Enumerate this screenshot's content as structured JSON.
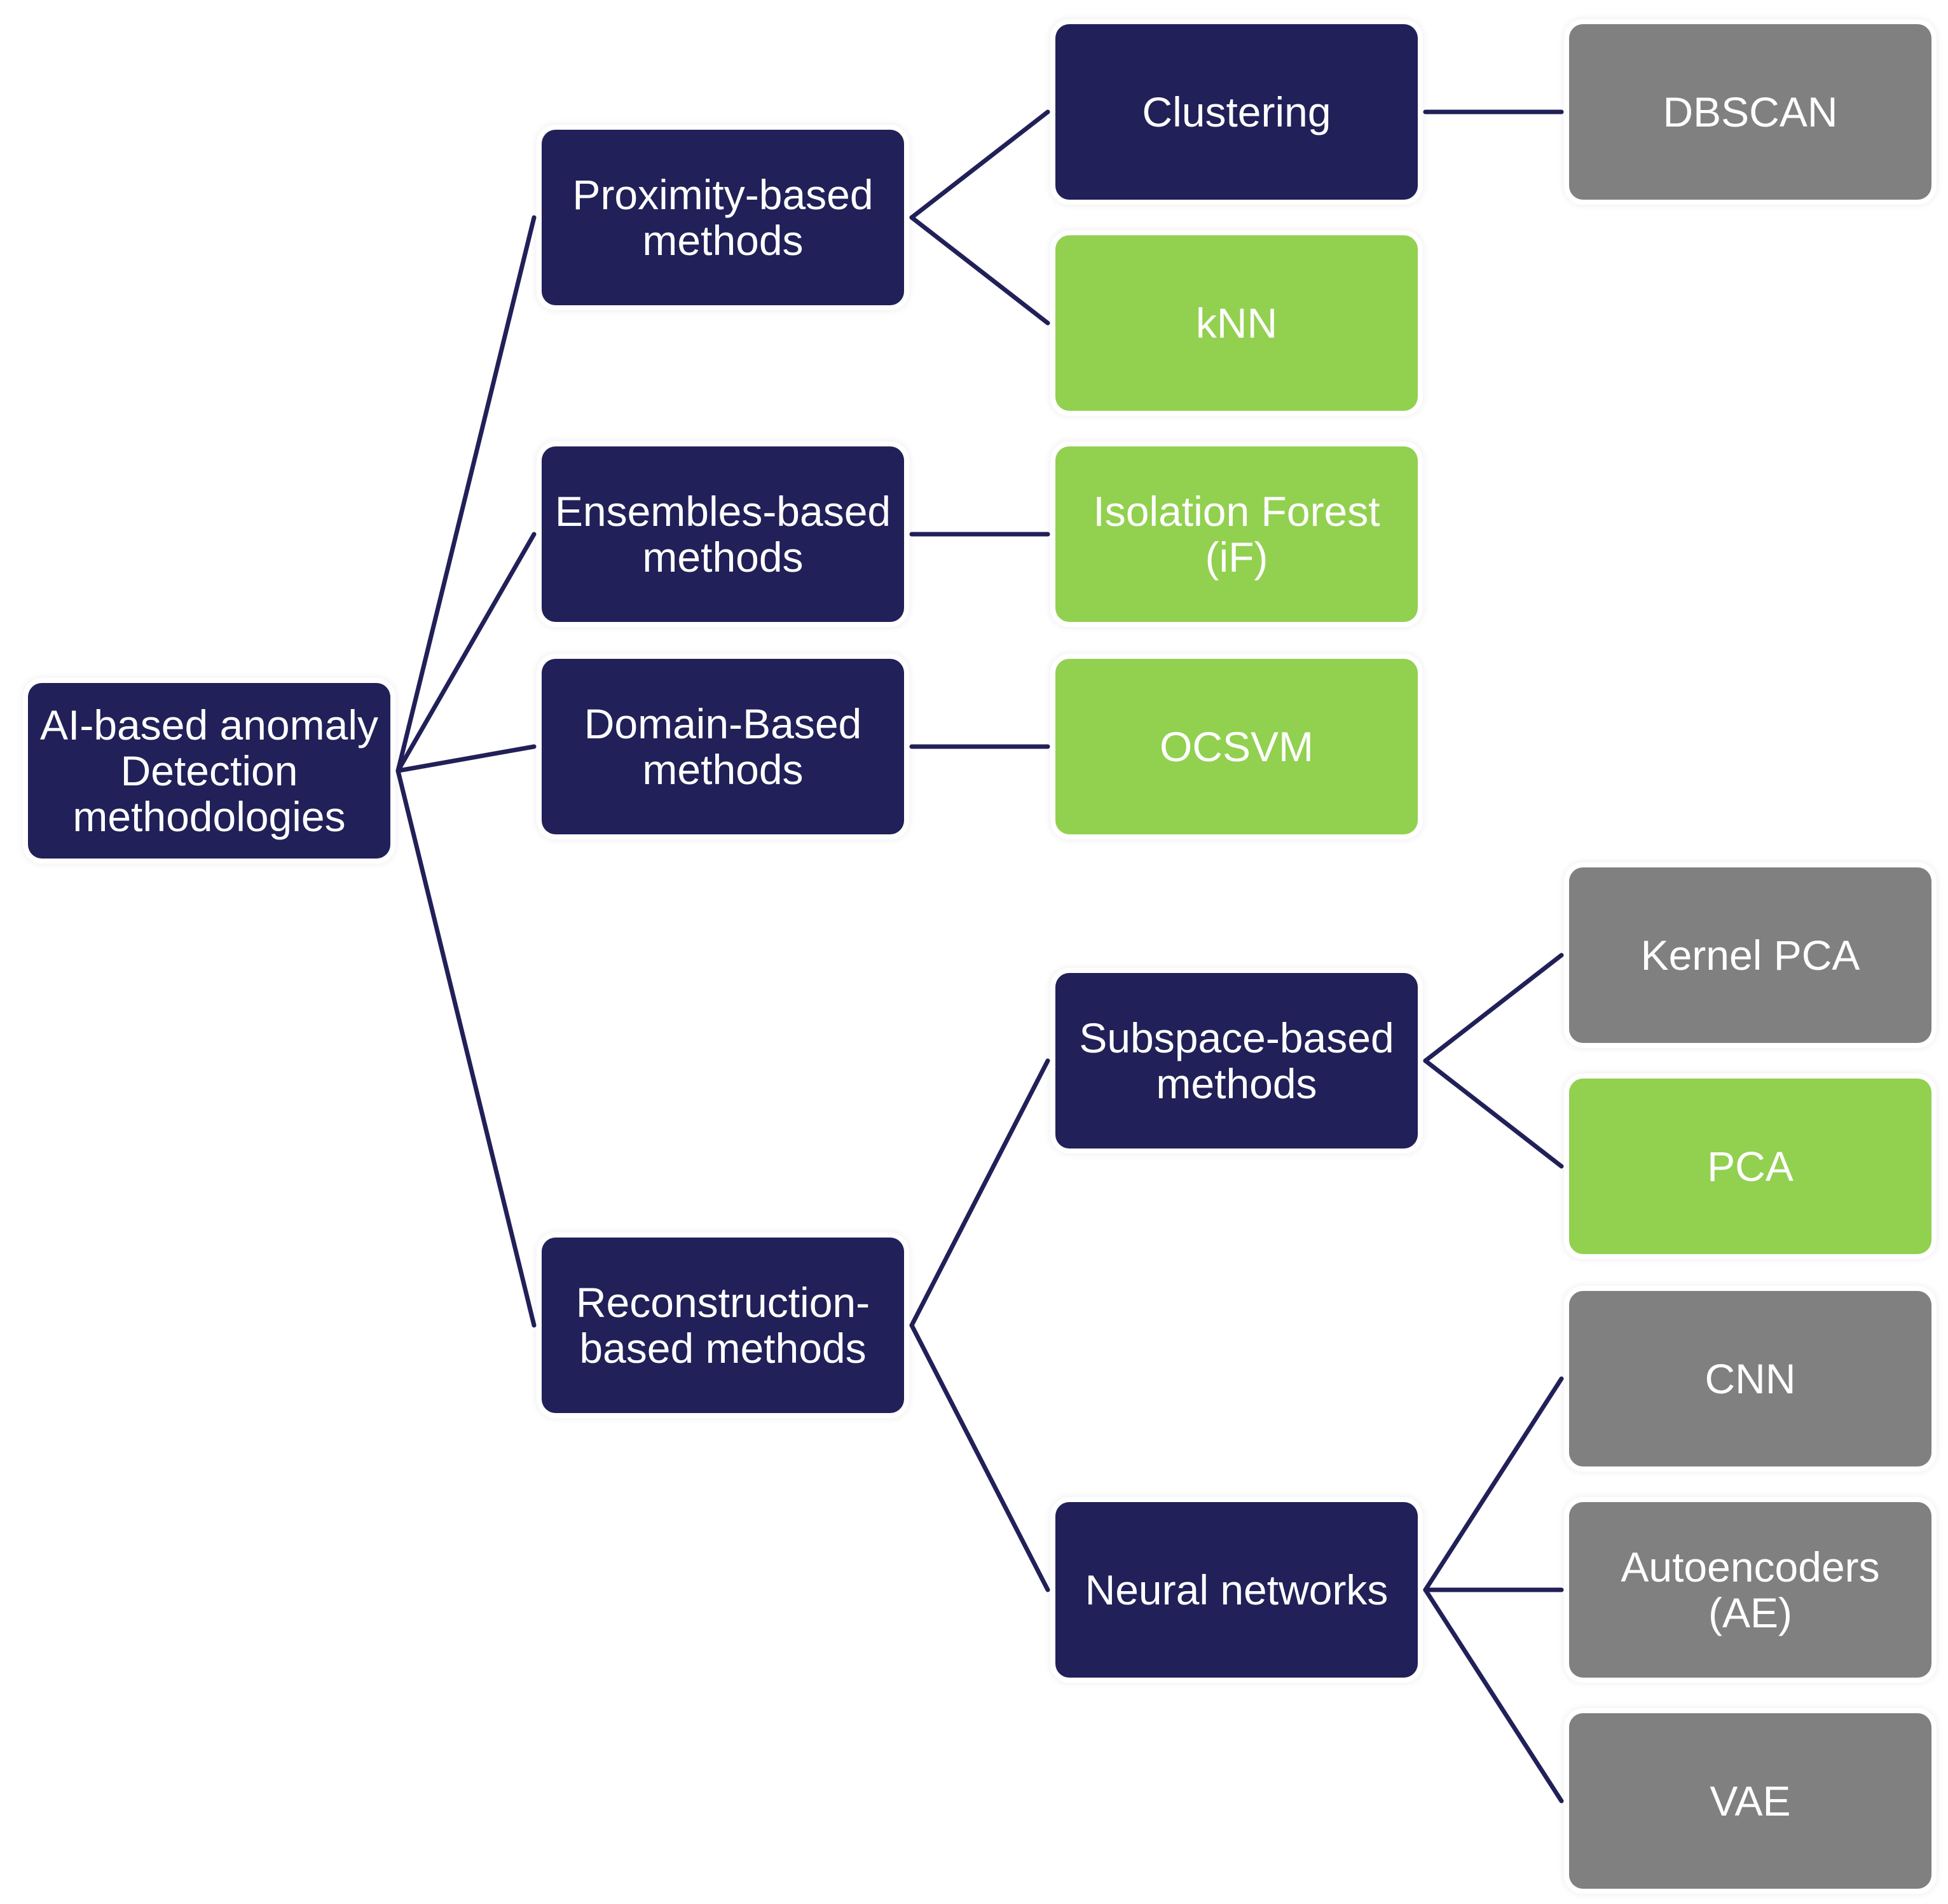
{
  "colors": {
    "category": "#212058",
    "highlighted_method": "#92d050",
    "other_method": "#808080",
    "connector": "#212058"
  },
  "nodes": {
    "root": "AI-based anomaly\nDetection\nmethodologies",
    "proximity": "Proximity-based\nmethods",
    "ensembles": "Ensembles-based\nmethods",
    "domain": "Domain-Based\nmethods",
    "reconstruction": "Reconstruction-\nbased methods",
    "clustering": "Clustering",
    "knn": "kNN",
    "isolation_forest": "Isolation Forest\n(iF)",
    "ocsvm": "OCSVM",
    "subspace": "Subspace-based\nmethods",
    "neural_networks": "Neural networks",
    "dbscan": "DBSCAN",
    "kernel_pca": "Kernel PCA",
    "pca": "PCA",
    "cnn": "CNN",
    "autoencoders": "Autoencoders\n(AE)",
    "vae": "VAE"
  },
  "edges": [
    [
      "root",
      "proximity"
    ],
    [
      "root",
      "ensembles"
    ],
    [
      "root",
      "domain"
    ],
    [
      "root",
      "reconstruction"
    ],
    [
      "proximity",
      "clustering"
    ],
    [
      "proximity",
      "knn"
    ],
    [
      "ensembles",
      "isolation_forest"
    ],
    [
      "domain",
      "ocsvm"
    ],
    [
      "reconstruction",
      "subspace"
    ],
    [
      "reconstruction",
      "neural_networks"
    ],
    [
      "clustering",
      "dbscan"
    ],
    [
      "subspace",
      "kernel_pca"
    ],
    [
      "subspace",
      "pca"
    ],
    [
      "neural_networks",
      "cnn"
    ],
    [
      "neural_networks",
      "autoencoders"
    ],
    [
      "neural_networks",
      "vae"
    ]
  ]
}
